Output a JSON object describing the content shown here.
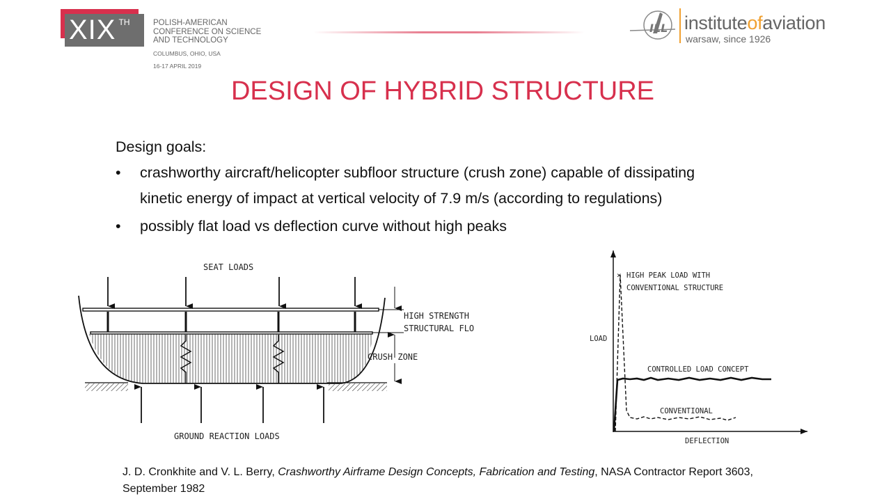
{
  "header": {
    "conference_badge": "XIX",
    "conference_badge_sup": "TH",
    "conference_lines": [
      "POLISH-AMERICAN",
      "CONFERENCE ON SCIENCE",
      "AND TECHNOLOGY"
    ],
    "location": "COLUMBUS, OHIO, USA",
    "dates": "16-17 APRIL 2019",
    "institute_name_pre": "institute",
    "institute_name_of": "of",
    "institute_name_post": "aviation",
    "institute_sub": "warsaw, since 1926",
    "accent_color": "#d7304d",
    "institute_accent": "#f0a030"
  },
  "slide": {
    "title": "DESIGN OF HYBRID STRUCTURE",
    "intro": "Design goals:",
    "bullets": [
      {
        "line1": "crashworthy aircraft/helicopter subfloor structure (crush zone) capable of dissipating",
        "line2": "kinetic energy of impact at vertical velocity of 7.9 m/s (according to regulations)"
      },
      {
        "line1": "possibly flat load vs deflection curve without high peaks"
      }
    ],
    "bullet_symbol": "•"
  },
  "subfloor_diagram": {
    "seat_loads": "SEAT LOADS",
    "floor_label_1": "HIGH STRENGTH",
    "floor_label_2": "STRUCTURAL FLO",
    "crush_zone": "CRUSH ZONE",
    "ground_loads": "GROUND REACTION LOADS"
  },
  "load_diagram": {
    "peak_label_1": "HIGH PEAK LOAD WITH",
    "peak_label_2": "CONVENTIONAL STRUCTURE",
    "y_label": "LOAD",
    "controlled_label": "CONTROLLED LOAD CONCEPT",
    "conventional_label": "CONVENTIONAL",
    "x_label": "DEFLECTION"
  },
  "reference": {
    "authors": "J. D. Cronkhite and V. L. Berry, ",
    "title": "Crashworthy Airframe Design Concepts, Fabrication and Testing",
    "rest": ", NASA Contractor Report 3603, September 1982"
  }
}
